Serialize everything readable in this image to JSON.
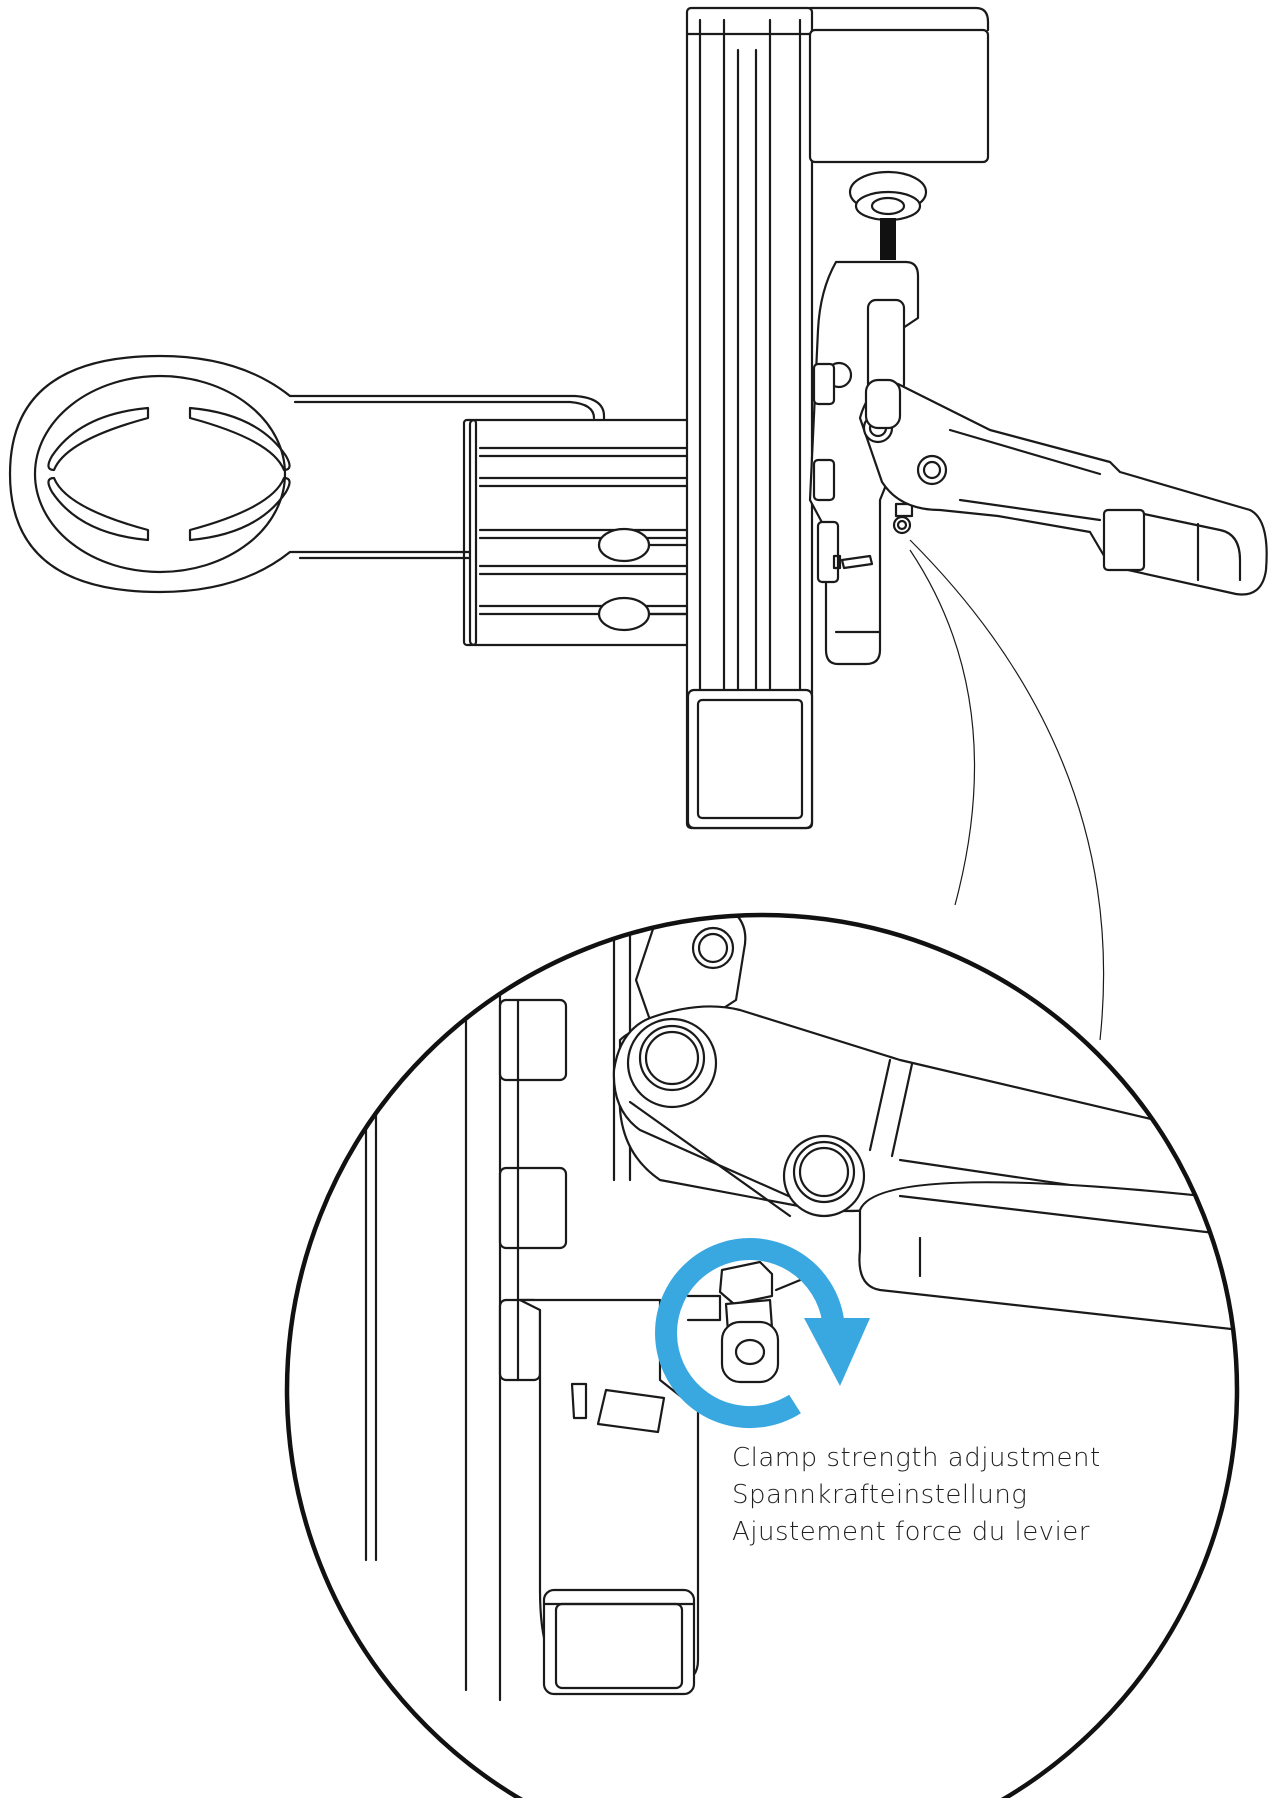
{
  "callout": {
    "lines": [
      "Clamp strength adjustment",
      "Spannkrafteinstellung",
      "Ajustement force du levier"
    ]
  },
  "colors": {
    "arrow": "#3aa8e0",
    "line": "#1a1a1a",
    "background": "#ffffff"
  },
  "icons": {
    "rotation": "clockwise-rotation-arrow-icon"
  }
}
